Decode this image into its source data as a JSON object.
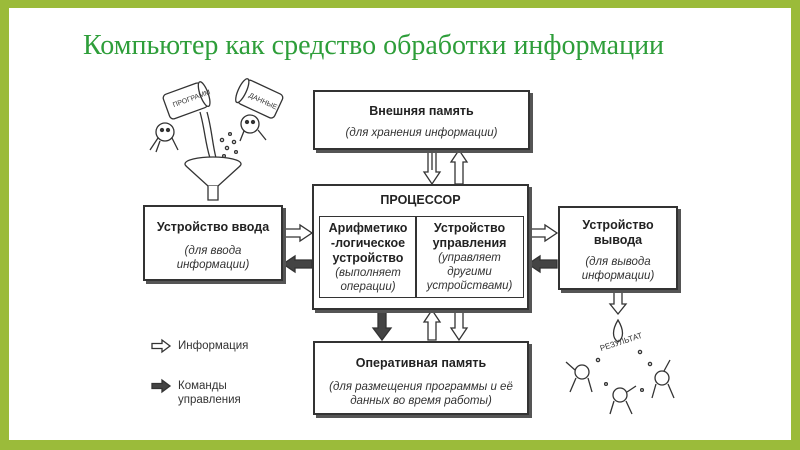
{
  "title": "Компьютер как средство обработки информации",
  "external_memory": {
    "title": "Внешняя память",
    "subtitle": "(для хранения информации)"
  },
  "processor": {
    "title": "ПРОЦЕССОР",
    "alu": {
      "title_lines": [
        "Арифметико",
        "-логическое",
        "устройство"
      ],
      "subtitle_lines": [
        "(выполняет",
        "операции)"
      ]
    },
    "control": {
      "title_lines": [
        "Устройство",
        "управления"
      ],
      "subtitle_lines": [
        "(управляет",
        "другими",
        "устройствами)"
      ]
    }
  },
  "input_device": {
    "title": "Устройство ввода",
    "subtitle_lines": [
      "(для ввода",
      "информации)"
    ]
  },
  "output_device": {
    "title_lines": [
      "Устройство",
      "вывода"
    ],
    "subtitle_lines": [
      "(для вывода",
      "информации)"
    ]
  },
  "ram": {
    "title": "Оперативная память",
    "subtitle_lines": [
      "(для размещения программы и её",
      "данных во время работы)"
    ]
  },
  "legend": {
    "information": "Информация",
    "commands_lines": [
      "Команды",
      "управления"
    ]
  },
  "illustration_labels": {
    "input_can_left": "ПРОГРАММ",
    "input_can_right": "ДАННЫЕ",
    "output_result": "РЕЗУЛЬТАТ"
  }
}
